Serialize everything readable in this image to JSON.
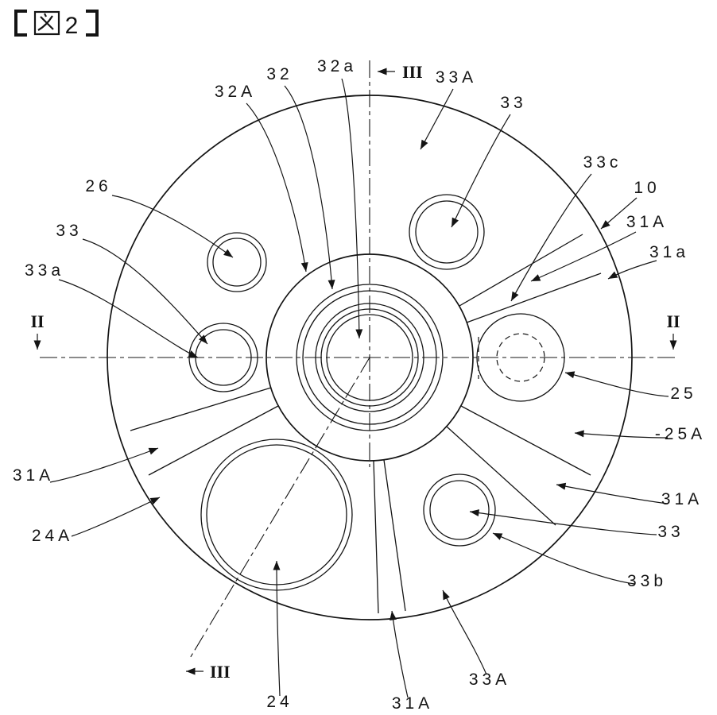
{
  "title": {
    "bracket_open": "【",
    "figure_label": "図",
    "figure_number": "2",
    "bracket_close": "】"
  },
  "labels": {
    "ref_32A": {
      "text": "32A"
    },
    "ref_32": {
      "text": "32"
    },
    "ref_32a": {
      "text": "32a"
    },
    "ref_33A_top": {
      "text": "33A"
    },
    "ref_33_top": {
      "text": "33"
    },
    "ref_33c": {
      "text": "33c"
    },
    "ref_10": {
      "text": "10"
    },
    "ref_31A_upper_right": {
      "text": "31A"
    },
    "ref_31a": {
      "text": "31a"
    },
    "ref_26": {
      "text": "26"
    },
    "ref_33_left": {
      "text": "33"
    },
    "ref_33a": {
      "text": "33a"
    },
    "ref_25": {
      "text": "25"
    },
    "ref_minus_25A": {
      "text": "-25A"
    },
    "ref_31A_lower_right": {
      "text": "31A"
    },
    "ref_33_lower_right": {
      "text": "33"
    },
    "ref_33b": {
      "text": "33b"
    },
    "ref_31A_left": {
      "text": "31A"
    },
    "ref_24A": {
      "text": "24A"
    },
    "ref_33A_bottom": {
      "text": "33A"
    },
    "ref_24": {
      "text": "24"
    },
    "ref_31A_bottom": {
      "text": "31A"
    },
    "section_II_left": {
      "text": "II"
    },
    "section_II_right": {
      "text": "II"
    },
    "section_III_top": {
      "text": "III"
    },
    "section_III_bottom": {
      "text": "III"
    }
  }
}
